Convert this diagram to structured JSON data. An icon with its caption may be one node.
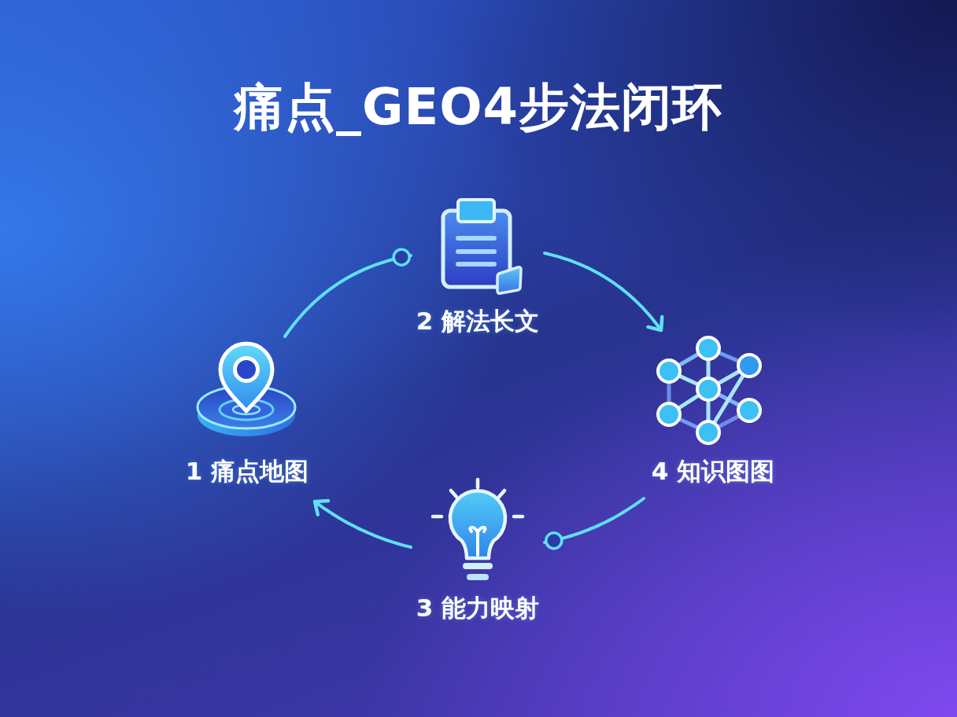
{
  "diagram": {
    "title": "痛点_GEO4步法闭环",
    "nodes": [
      {
        "text": [
          "1 痛点地图"
        ]
      },
      {
        "text": [
          "2 解法长文"
        ]
      },
      {
        "text": [
          "3 能力映射"
        ]
      },
      {
        "text": [
          "4 知识图图"
        ]
      }
    ],
    "edges": [
      {
        "from": 0,
        "to": 1,
        "arrow": "other"
      },
      {
        "from": 1,
        "to": 3,
        "arrow": "to"
      },
      {
        "from": 3,
        "to": 2,
        "arrow": "other"
      },
      {
        "from": 2,
        "to": 0,
        "arrow": "to"
      }
    ]
  }
}
